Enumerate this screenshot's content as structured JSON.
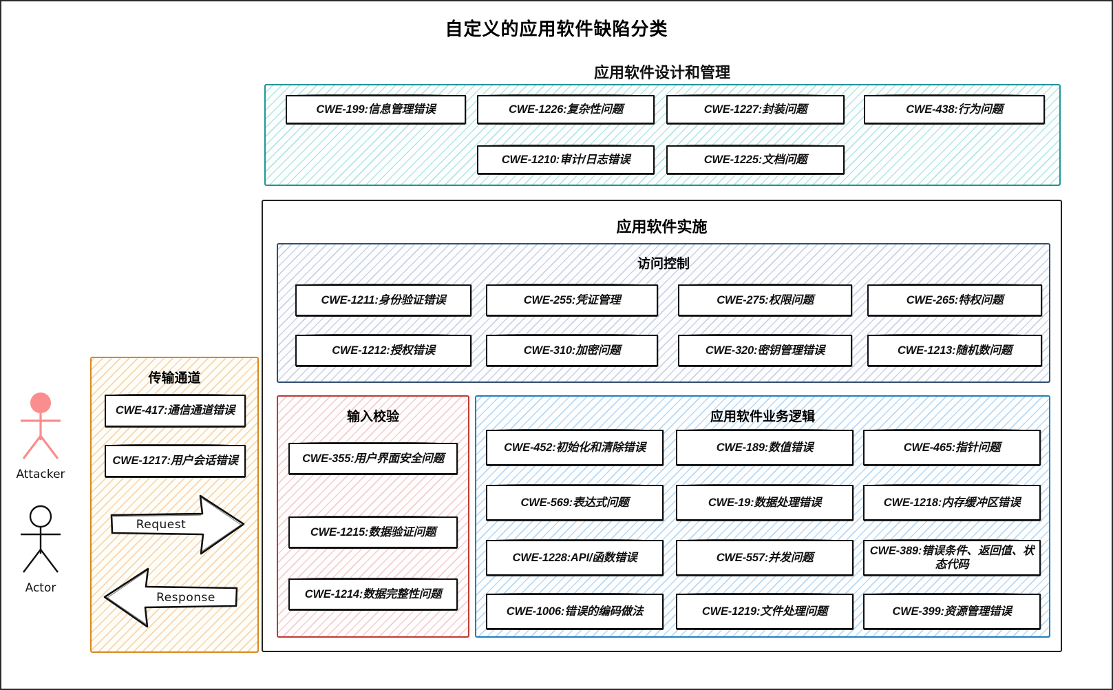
{
  "title": "自定义的应用软件缺陷分类",
  "actors": [
    {
      "name": "Attacker",
      "color": "#fa8d8d"
    },
    {
      "name": "Actor",
      "color": "#111111"
    }
  ],
  "colors": {
    "design_border": "#1f9496",
    "implementation_border": "#222222",
    "access_control_border": "#2f4f70",
    "business_logic_border": "#1f7fc0",
    "input_validation_border": "#bf3b30",
    "transmission_border": "#d9891c",
    "attacker": "#fa8d8d"
  },
  "transmission": {
    "title": "传输通道",
    "items": [
      "CWE-417:通信通道错误",
      "CWE-1217:用户会话错误"
    ],
    "arrows": [
      {
        "label": "Request",
        "direction": "right"
      },
      {
        "label": "Response",
        "direction": "left"
      }
    ]
  },
  "design": {
    "title": "应用软件设计和管理",
    "row1": [
      "CWE-199:信息管理错误",
      "CWE-1226:复杂性问题",
      "CWE-1227:封装问题",
      "CWE-438:行为问题"
    ],
    "row2": [
      "CWE-1210:审计/日志错误",
      "CWE-1225:文档问题"
    ]
  },
  "implementation": {
    "title": "应用软件实施",
    "access_control": {
      "title": "访问控制",
      "row1": [
        "CWE-1211:身份验证错误",
        "CWE-255:凭证管理",
        "CWE-275:权限问题",
        "CWE-265:特权问题"
      ],
      "row2": [
        "CWE-1212:授权错误",
        "CWE-310:加密问题",
        "CWE-320:密钥管理错误",
        "CWE-1213:随机数问题"
      ]
    },
    "input_validation": {
      "title": "输入校验",
      "items": [
        "CWE-355:用户界面安全问题",
        "CWE-1215:数据验证问题",
        "CWE-1214:数据完整性问题"
      ]
    },
    "business_logic": {
      "title": "应用软件业务逻辑",
      "row1": [
        "CWE-452:初始化和清除错误",
        "CWE-189:数值错误",
        "CWE-465:指针问题"
      ],
      "row2": [
        "CWE-569:表达式问题",
        "CWE-19:数据处理错误",
        "CWE-1218:内存缓冲区错误"
      ],
      "row3": [
        "CWE-1228:API/函数错误",
        "CWE-557:并发问题",
        "CWE-389:错误条件、返回值、状态代码"
      ],
      "row4": [
        "CWE-1006:错误的编码做法",
        "CWE-1219:文件处理问题",
        "CWE-399:资源管理错误"
      ]
    }
  }
}
